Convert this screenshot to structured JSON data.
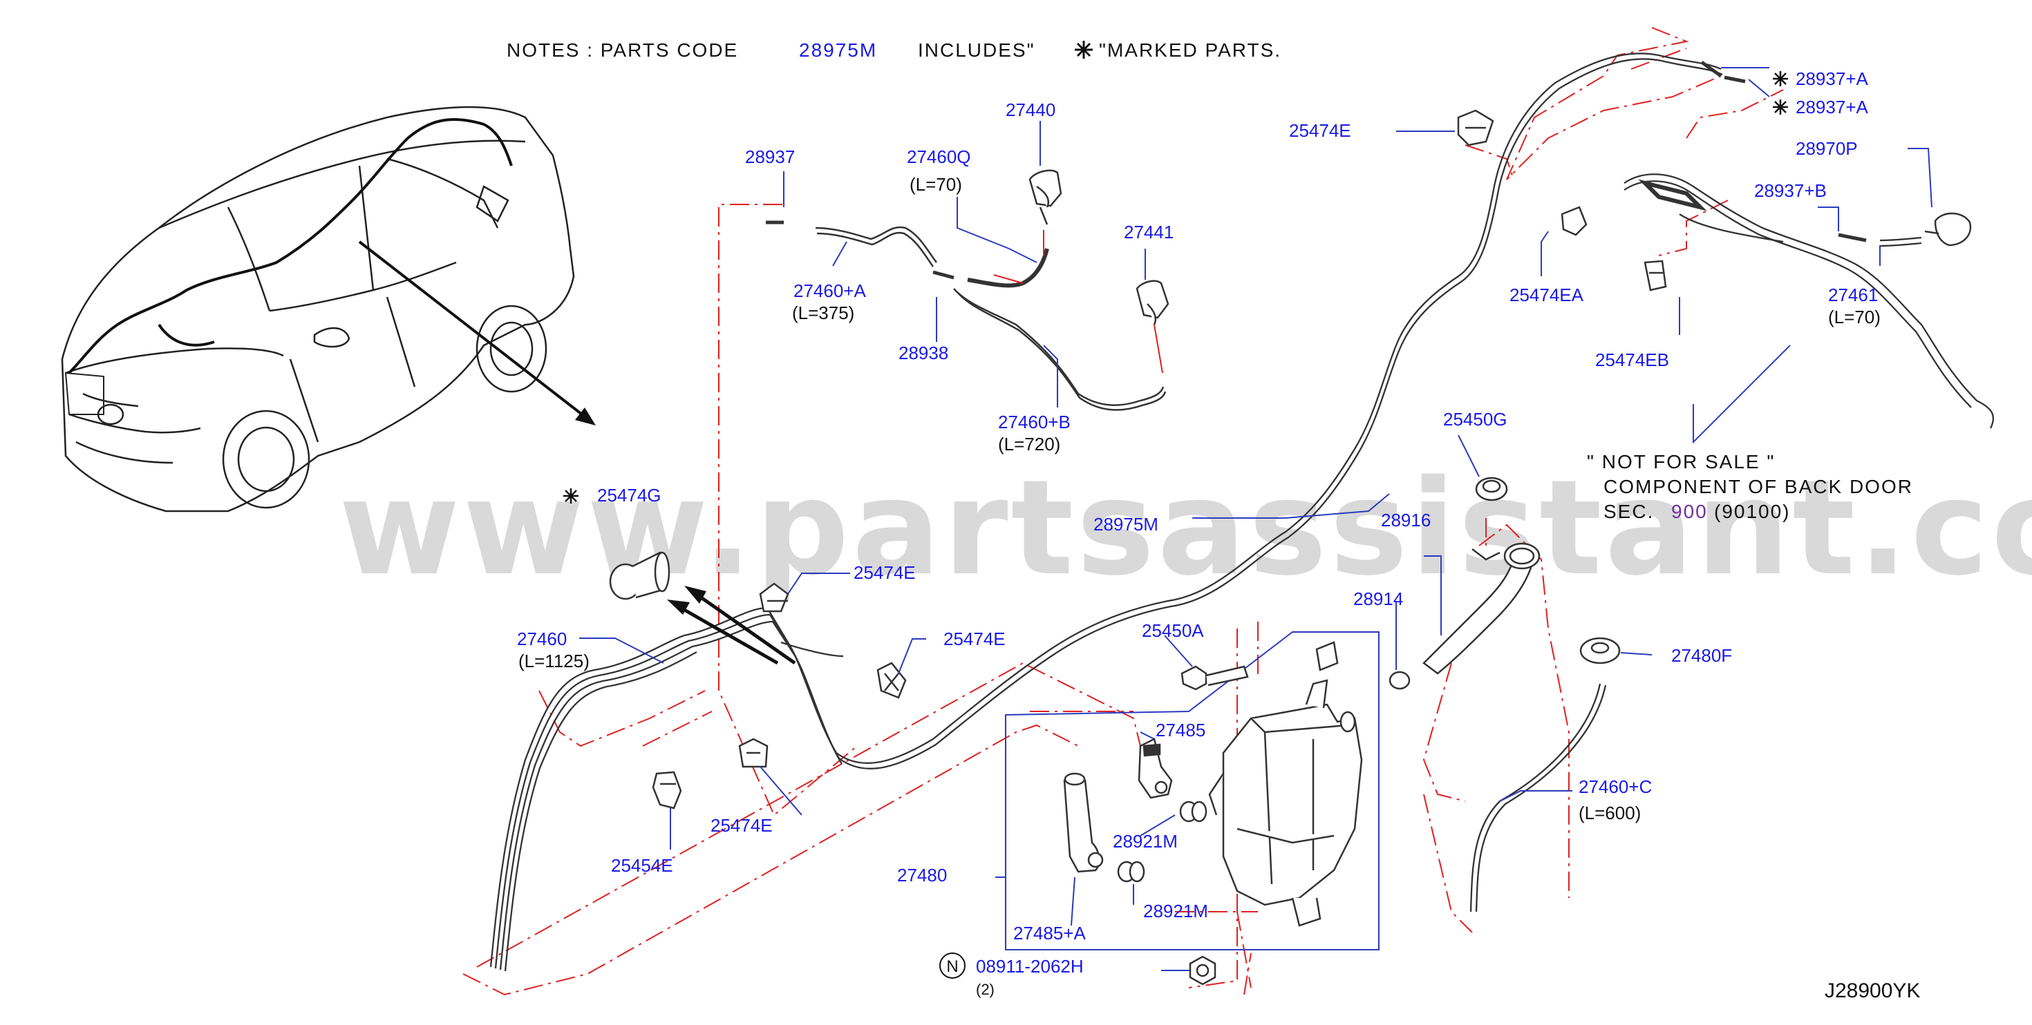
{
  "colors": {
    "part_label": "#1a1ae6",
    "text": "#111111",
    "leader_blue": "#2b3bbf",
    "dash_red": "#e02020",
    "hose": "#333333",
    "watermark": "#d8d8d8",
    "notice_accent": "#7030a0"
  },
  "notes": {
    "prefix": "NOTES : PARTS CODE",
    "code": "28975M",
    "suffix": "INCLUDES\"",
    "marked": "\"MARKED PARTS."
  },
  "watermark": "www.partsassistant.com",
  "diagram_code": "J28900YK",
  "not_for_sale": {
    "line1": "\" NOT FOR SALE \"",
    "line2": "COMPONENT OF BACK DOOR",
    "line3_prefix": "SEC.",
    "line3_sec": "900",
    "line3_suffix": "(90100)"
  },
  "nut": {
    "symbol": "N",
    "code": "08911-2062H",
    "qty": "(2)"
  },
  "labels": {
    "p27440": "27440",
    "p28937": "28937",
    "p27460q": "27460Q",
    "p27460q_len": "(L=70)",
    "p27441": "27441",
    "p27460a": "27460+A",
    "p27460a_len": "(L=375)",
    "p28938": "28938",
    "p27460b": "27460+B",
    "p27460b_len": "(L=720)",
    "p25474e_top": "25474E",
    "p28937a_1": "28937+A",
    "p28937a_2": "28937+A",
    "p28970p": "28970P",
    "p28937b": "28937+B",
    "p25474ea": "25474EA",
    "p27461": "27461",
    "p27461_len": "(L=70)",
    "p25474eb": "25474EB",
    "p25450g": "25450G",
    "p25474g": "25474G",
    "p28975m": "28975M",
    "p28916": "28916",
    "p28914": "28914",
    "p27460": "27460",
    "p27460_len": "(L=1125)",
    "p25474e_mid": "25474E",
    "p25474e_right": "25474E",
    "p25450a": "25450A",
    "p27480f": "27480F",
    "p27485": "27485",
    "p25474e_low": "25474E",
    "p25454e": "25454E",
    "p28921m_1": "28921M",
    "p27480": "27480",
    "p27460c": "27460+C",
    "p27460c_len": "(L=600)",
    "p28921m_2": "28921M",
    "p27485a": "27485+A"
  }
}
